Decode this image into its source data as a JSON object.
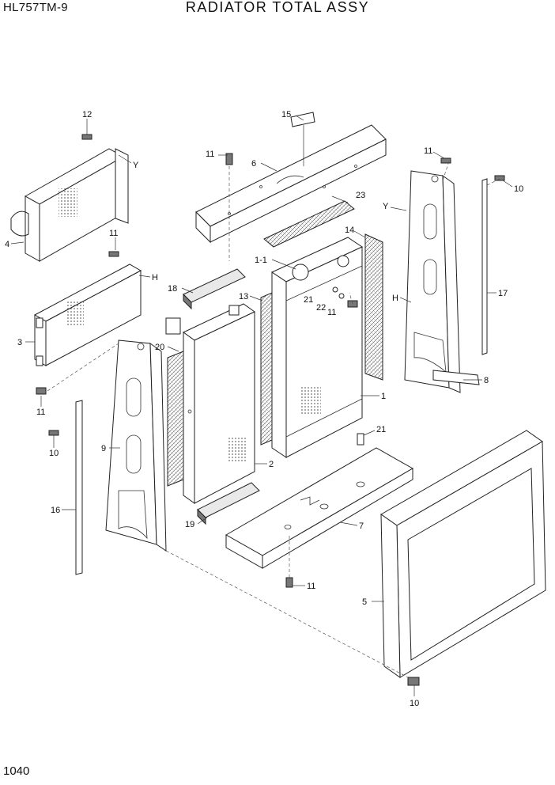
{
  "header": {
    "model": "HL757TM-9",
    "title": "RADIATOR TOTAL ASSY"
  },
  "footer": {
    "page_number": "1040"
  },
  "callouts": {
    "c1": "1",
    "c1_1": "1-1",
    "c2": "2",
    "c3": "3",
    "c4": "4",
    "c5": "5",
    "c6": "6",
    "c7": "7",
    "c8": "8",
    "c9": "9",
    "c10a": "10",
    "c10b": "10",
    "c10c": "10",
    "c11a": "11",
    "c11b": "11",
    "c11c": "11",
    "c11d": "11",
    "c11e": "11",
    "c11f": "11",
    "c12": "12",
    "c13": "13",
    "c14": "14",
    "c15": "15",
    "c16": "16",
    "c17": "17",
    "c18": "18",
    "c19": "19",
    "c20": "20",
    "c21a": "21",
    "c21b": "21",
    "c22": "22",
    "c23": "23",
    "yA": "Y",
    "yB": "Y",
    "hA": "H",
    "hB": "H"
  }
}
